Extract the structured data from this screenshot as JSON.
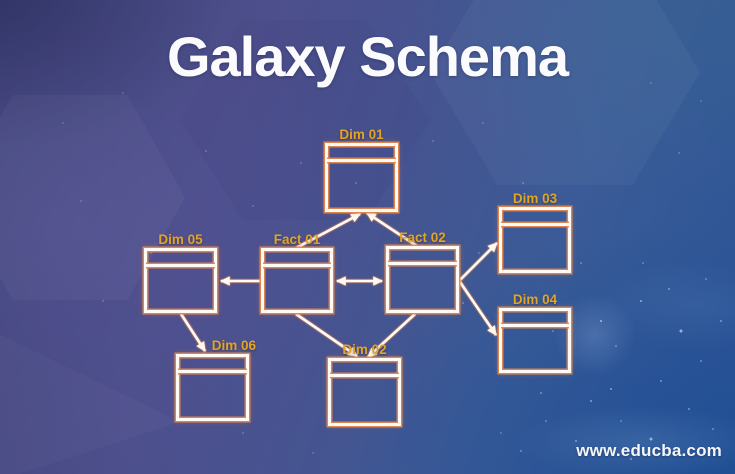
{
  "page": {
    "title": "Galaxy Schema",
    "watermark": "www.educba.com"
  },
  "diagram": {
    "type": "galaxy-schema-er-diagram",
    "nodes": [
      {
        "id": "dim-01",
        "label": "Dim 01",
        "kind": "dimension"
      },
      {
        "id": "dim-05",
        "label": "Dim 05",
        "kind": "dimension"
      },
      {
        "id": "fact-01",
        "label": "Fact 01",
        "kind": "fact"
      },
      {
        "id": "fact-02",
        "label": "Fact 02",
        "kind": "fact"
      },
      {
        "id": "dim-03",
        "label": "Dim 03",
        "kind": "dimension"
      },
      {
        "id": "dim-04",
        "label": "Dim 04",
        "kind": "dimension"
      },
      {
        "id": "dim-06",
        "label": "Dim 06",
        "kind": "dimension"
      },
      {
        "id": "dim-02",
        "label": "Dim 02",
        "kind": "dimension"
      }
    ],
    "edges": [
      {
        "from": "fact-01",
        "to": "dim-01",
        "arrow": "single"
      },
      {
        "from": "fact-02",
        "to": "dim-01",
        "arrow": "single"
      },
      {
        "from": "fact-01",
        "to": "dim-05",
        "arrow": "single"
      },
      {
        "from": "fact-01",
        "to": "fact-02",
        "arrow": "double"
      },
      {
        "from": "fact-02",
        "to": "dim-03",
        "arrow": "single"
      },
      {
        "from": "fact-02",
        "to": "dim-04",
        "arrow": "single"
      },
      {
        "from": "dim-05",
        "to": "dim-06",
        "arrow": "single"
      },
      {
        "from": "fact-01",
        "to": "dim-02",
        "arrow": "single"
      },
      {
        "from": "fact-02",
        "to": "dim-02",
        "arrow": "single"
      }
    ],
    "colors": {
      "label": "#E2A326",
      "box_line": "#FFFBF4",
      "box_glow": "#E0854F",
      "background_left": "#4D4F8C",
      "background_right": "#2B5496"
    }
  }
}
